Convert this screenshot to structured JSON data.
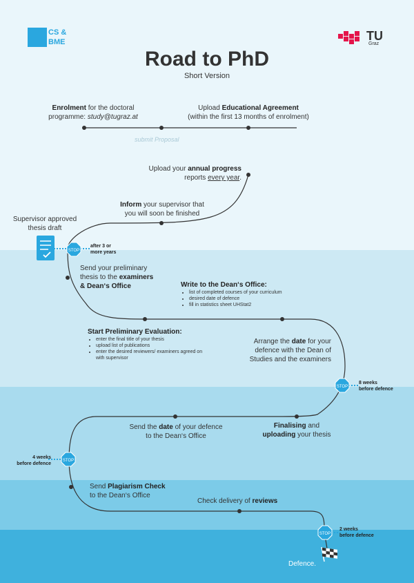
{
  "logos": {
    "left": "CS &\nBME",
    "left_line1": "CS &",
    "left_line2": "BME",
    "right": "TU",
    "right_sub": "Graz"
  },
  "title": "Road to PhD",
  "subtitle": "Short Version",
  "colors": {
    "accent": "#2aa7df",
    "road": "#333333",
    "stop_sign": "#2aa7df"
  },
  "steps": {
    "enrolment": {
      "bold": "Enrolment",
      "rest": " for the doctoral",
      "line2_pre": "programme: ",
      "line2_italic": "study@tugraz.at"
    },
    "upload_agreement": {
      "pre": "Upload ",
      "bold": "Educational Agreement",
      "line2": "(within the first 13 months of enrolment)"
    },
    "submit_proposal": "submit Proposal",
    "annual_progress": {
      "pre": "Upload your ",
      "bold": "annual progress",
      "line2_pre": "reports ",
      "line2_u": "every year",
      "line2_post": "."
    },
    "inform": {
      "bold": "Inform",
      "rest": " your supervisor that",
      "line2": "you will soon be finished"
    },
    "supervisor_approved": {
      "line1": "Supervisor approved",
      "line2": "thesis draft"
    },
    "send_thesis": {
      "line1": "Send your preliminary",
      "line2_pre": "thesis to the ",
      "line2_bold": "examiners",
      "line3_bold": "& Dean‘s Office"
    },
    "write_dean": {
      "bold": "Write to the Dean‘s Office:",
      "items": [
        "list of completed courses of your curriculum",
        "desired date of defence",
        "fill in statistics sheet UHStat2"
      ]
    },
    "start_prelim": {
      "bold": "Start Preliminary Evaluation:",
      "items": [
        "enter the final title of your thesis",
        "upload list of publications",
        "enter the desired reviewers/ examiners agreed on with supervisor"
      ]
    },
    "arrange_date": {
      "pre": "Arrange the ",
      "bold": "date",
      "post": " for your",
      "line2": "defence with the Dean of",
      "line3": "Studies and the examiners"
    },
    "send_date": {
      "pre": "Send the ",
      "bold": "date",
      "post": " of your defence",
      "line2": "to the Dean‘s Office"
    },
    "finalising": {
      "bold": "Finalising",
      "post": " and",
      "line2_bold": "uploading",
      "line2_post": " your thesis"
    },
    "plagiarism": {
      "pre": "Send ",
      "bold": "Plagiarism Check",
      "line2": "to the Dean‘s Office"
    },
    "reviews": {
      "pre": "Check delivery of ",
      "bold": "reviews"
    },
    "defence": "Defence."
  },
  "stops": [
    {
      "label": "STOP",
      "note1": "after 3 or",
      "note2": "more years"
    },
    {
      "label": "STOP",
      "note1": "8 weeks",
      "note2": "before defence"
    },
    {
      "label": "STOP",
      "note1": "4 weeks",
      "note2": "before defence"
    },
    {
      "label": "STOP",
      "note1": "2 weeks",
      "note2": "before defence"
    }
  ],
  "icons": [
    "document-check-icon",
    "stop-sign-icon",
    "finish-flag-icon"
  ]
}
